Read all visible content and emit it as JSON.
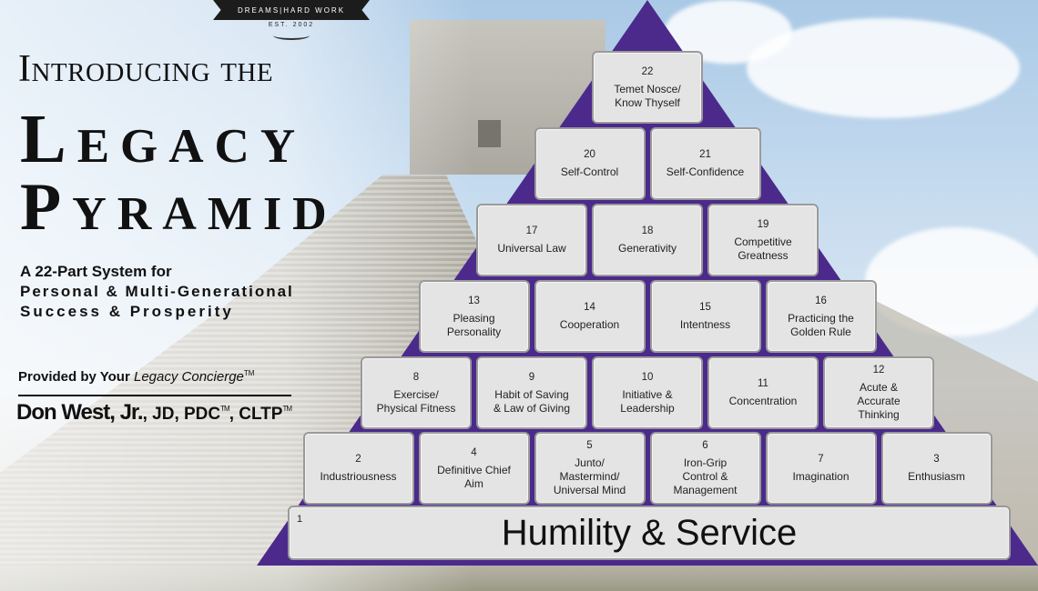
{
  "banner": {
    "text": "DREAMS|HARD WORK",
    "est": "EST. 2002"
  },
  "headline": {
    "intro": "Introducing the",
    "legacy": "Legacy",
    "pyramid": "Pyramid"
  },
  "tagline": {
    "line1": "A 22-Part System for",
    "line2": "Personal & Multi-Generational",
    "line3": "Success & Prosperity"
  },
  "provided": {
    "prefix": "Provided by Your ",
    "concierge": "Legacy Concierge",
    "tm": "TM"
  },
  "author": {
    "name": "Don West, Jr.",
    "creds": ", JD, PDC",
    "tm": "TM",
    "creds2": ", CLTP",
    "tm2": "TM"
  },
  "pyramid": {
    "accent_color": "#4b2a8c",
    "block_color": "#e4e4e4",
    "base": {
      "num": "1",
      "label": "Humility & Service"
    },
    "rows": [
      [
        {
          "num": "22",
          "label": "Temet Nosce/\nKnow Thyself"
        }
      ],
      [
        {
          "num": "20",
          "label": "Self-Control"
        },
        {
          "num": "21",
          "label": "Self-Confidence"
        }
      ],
      [
        {
          "num": "17",
          "label": "Universal Law"
        },
        {
          "num": "18",
          "label": "Generativity"
        },
        {
          "num": "19",
          "label": "Competitive\nGreatness"
        }
      ],
      [
        {
          "num": "13",
          "label": "Pleasing\nPersonality"
        },
        {
          "num": "14",
          "label": "Cooperation"
        },
        {
          "num": "15",
          "label": "Intentness"
        },
        {
          "num": "16",
          "label": "Practicing the\nGolden Rule"
        }
      ],
      [
        {
          "num": "8",
          "label": "Exercise/\nPhysical Fitness"
        },
        {
          "num": "9",
          "label": "Habit of Saving\n& Law of Giving"
        },
        {
          "num": "10",
          "label": "Initiative &\nLeadership"
        },
        {
          "num": "11",
          "label": "Concentration"
        },
        {
          "num": "12",
          "label": "Acute &\nAccurate\nThinking"
        }
      ],
      [
        {
          "num": "2",
          "label": "Industriousness"
        },
        {
          "num": "4",
          "label": "Definitive Chief\nAim"
        },
        {
          "num": "5",
          "label": "Junto/\nMastermind/\nUniversal Mind"
        },
        {
          "num": "6",
          "label": "Iron-Grip\nControl &\nManagement"
        },
        {
          "num": "7",
          "label": "Imagination"
        },
        {
          "num": "3",
          "label": "Enthusiasm"
        }
      ]
    ]
  }
}
